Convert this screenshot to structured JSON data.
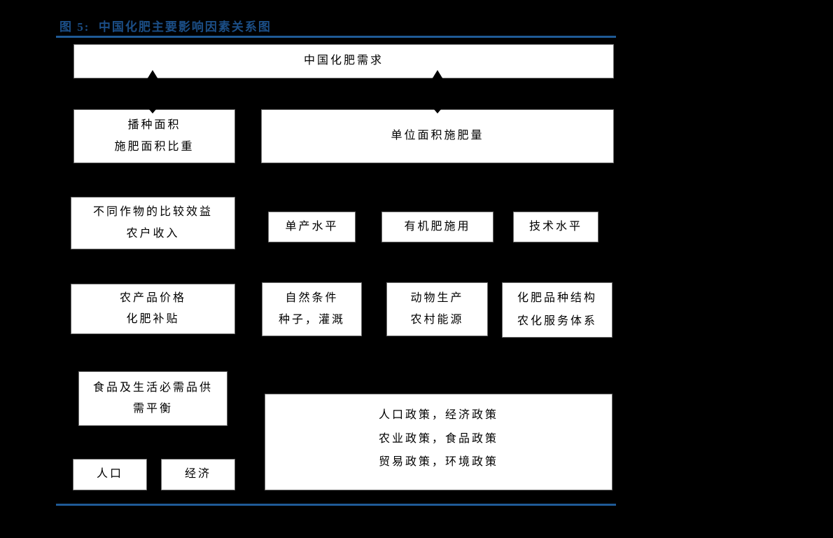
{
  "page": {
    "title": "图 5:  中国化肥主要影响因素关系图"
  },
  "diagram": {
    "top": {
      "demand": "中国化肥需求"
    },
    "row2": {
      "sown1": "播种面积",
      "sown2": "施肥面积比重",
      "per_area": "单位面积施肥量"
    },
    "row3": {
      "benefit1": "不同作物的比较效益",
      "benefit2": "农户收入",
      "yield": "单产水平",
      "organic": "有机肥施用",
      "tech": "技术水平"
    },
    "row4": {
      "price1": "农产品价格",
      "price2": "化肥补贴",
      "nature1": "自然条件",
      "nature2": "种子，灌溉",
      "animal1": "动物生产",
      "animal2": "农村能源",
      "variety1": "化肥品种结构",
      "variety2": "农化服务体系"
    },
    "row5": {
      "food1": "食品及生活必需品供",
      "food2": "需平衡",
      "policy1": "人口政策，经济政策",
      "policy2": "农业政策，食品政策",
      "policy3": "贸易政策，环境政策"
    },
    "row6": {
      "population": "人口",
      "economy": "经济"
    }
  },
  "colors": {
    "background": "#000000",
    "box_fill": "#ffffff",
    "box_border": "#6e6e6e",
    "box_text": "#000000",
    "title_text": "#1b4e86",
    "rule_blue": "#1f5a96",
    "arrow": "#000000"
  }
}
